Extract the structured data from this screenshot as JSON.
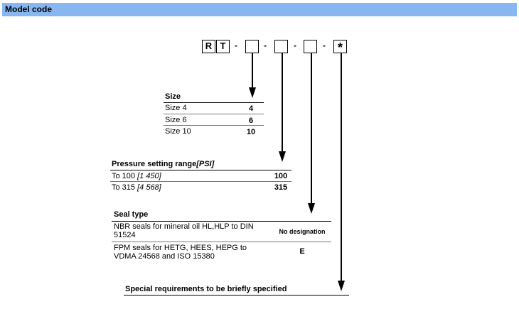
{
  "header": {
    "title": "Model code"
  },
  "code": {
    "boxes": [
      "R",
      "T",
      "",
      "",
      "",
      "*"
    ],
    "separator": "-"
  },
  "size": {
    "title": "Size",
    "rows": [
      {
        "label": "Size 4",
        "value": "4"
      },
      {
        "label": "Size 6",
        "value": "6"
      },
      {
        "label": "Size 10",
        "value": "10"
      }
    ]
  },
  "pressure": {
    "title": "Pressure setting range",
    "title_unit": "[PSI]",
    "rows": [
      {
        "label": "To 100",
        "unit": "[1 450]",
        "value": "100"
      },
      {
        "label": "To 315",
        "unit": "[4 568]",
        "value": "315"
      }
    ]
  },
  "seal": {
    "title": "Seal type",
    "rows": [
      {
        "line1": "NBR seals for mineral oil HL,HLP to DIN",
        "line2": "51524",
        "value": "No designation"
      },
      {
        "line1": "FPM seals for HETG, HEES, HEPG to",
        "line2": "VDMA 24568 and ISO 15380",
        "value": "E"
      }
    ]
  },
  "special": {
    "label": "Special requirements to be briefly specified"
  }
}
